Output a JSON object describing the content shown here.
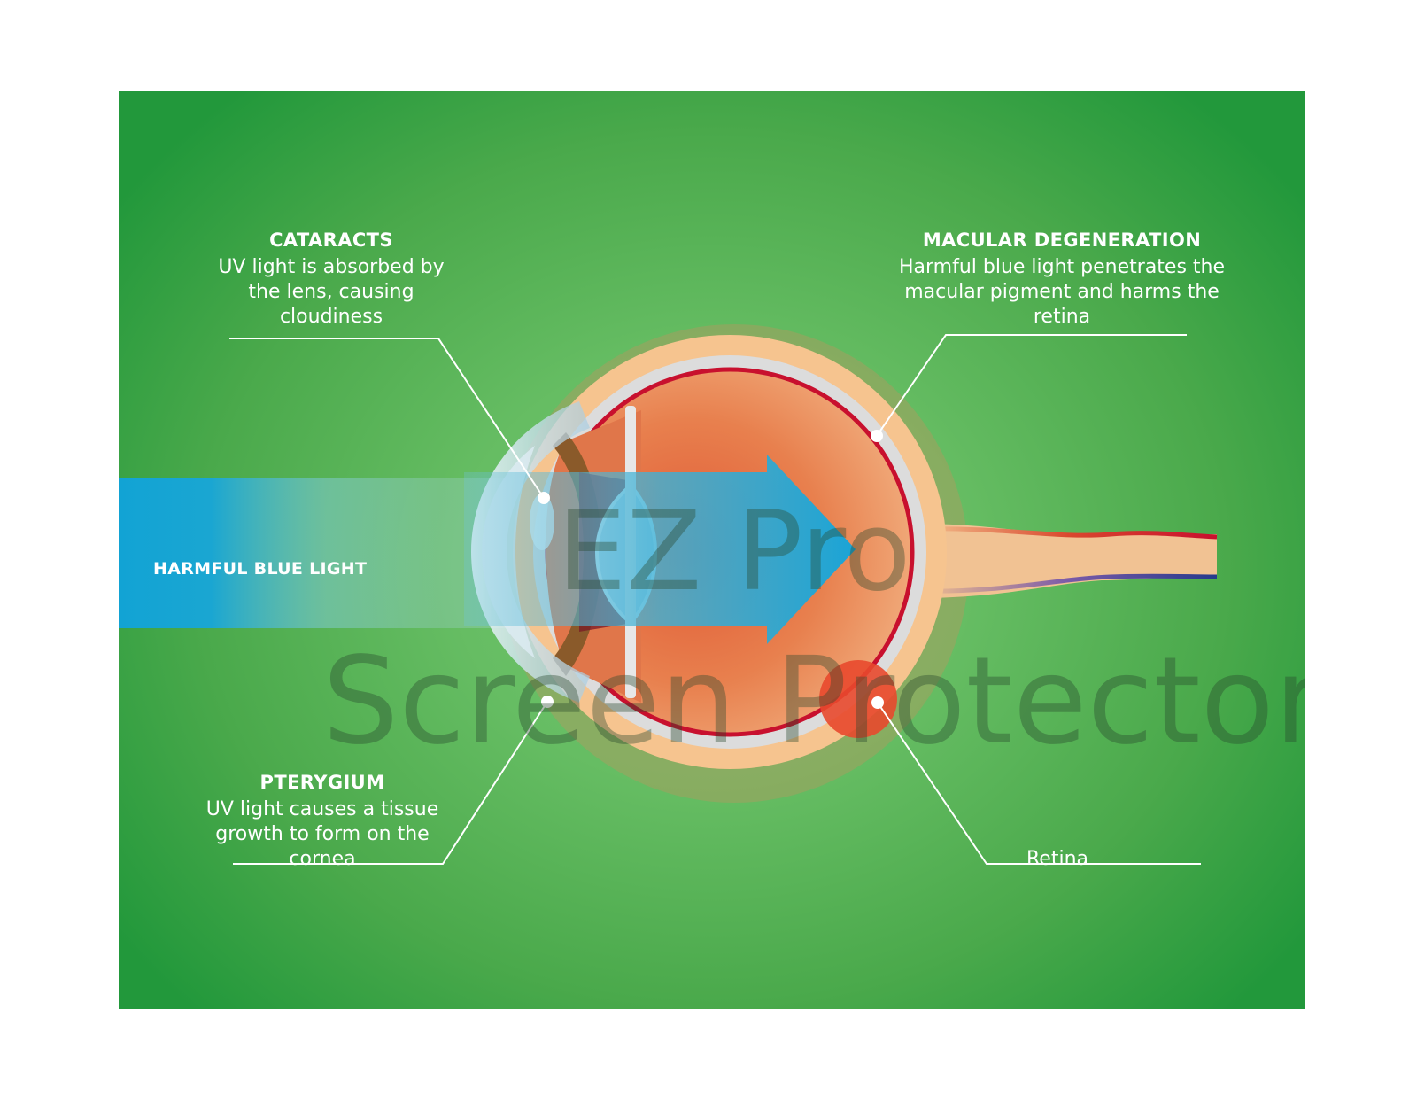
{
  "harmful_blue_light": "HARMFUL BLUE LIGHT",
  "cataracts": {
    "title": "CATARACTS",
    "description": "UV light is absorbed by the lens, causing cloudiness"
  },
  "macular_degeneration": {
    "title": "MACULAR DEGENERATION",
    "description": "Harmful blue light penetrates the macular pigment and harms the retina"
  },
  "pterygium": {
    "title": "PTERYGIUM",
    "description": "UV light causes a tissue growth to form on the cornea"
  },
  "retina": {
    "label": "Retina"
  },
  "watermark": {
    "line1": "EZ Pro",
    "line2": "Screen Protector"
  },
  "colors": {
    "background": "#4aa94b",
    "blue_light": "#1aa6d2",
    "eyeball": "#e8784a",
    "retina_line": "#c8102e",
    "sclera": "#f6c28e"
  }
}
